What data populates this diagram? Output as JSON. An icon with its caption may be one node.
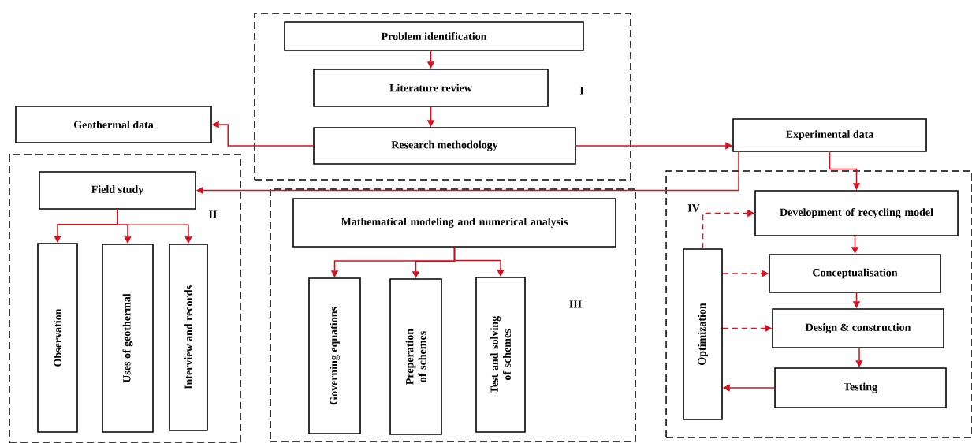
{
  "diagram": {
    "nodes": [
      {
        "text": [
          "I"
        ]
      },
      {
        "text": [
          "Problem identification"
        ],
        "in": 0
      },
      {
        "text": [
          "Literature review"
        ],
        "in": 0
      },
      {
        "text": [
          "Research methodology"
        ],
        "in": 0
      },
      {
        "text": [
          "Geothermal data"
        ]
      },
      {
        "text": [
          "II"
        ]
      },
      {
        "text": [
          "Field study"
        ],
        "in": 5
      },
      {
        "text": [
          "Observation"
        ],
        "in": 5
      },
      {
        "text": [
          "Uses of geothermal"
        ],
        "in": 5
      },
      {
        "text": [
          "Interview and records"
        ],
        "in": 5
      },
      {
        "text": [
          "III"
        ]
      },
      {
        "text": [
          "Mathematical modeling and numerical analysis"
        ],
        "in": 10
      },
      {
        "text": [
          "Governing equations"
        ],
        "in": 10
      },
      {
        "text": [
          "Preperation of schemes"
        ],
        "in": 10
      },
      {
        "text": [
          "Test and solving of schemes"
        ],
        "in": 10
      },
      {
        "text": [
          "Experimental data"
        ]
      },
      {
        "text": [
          "IV"
        ]
      },
      {
        "text": [
          "Development of recycling model"
        ],
        "in": 16
      },
      {
        "text": [
          "Conceptualisation"
        ],
        "in": 16
      },
      {
        "text": [
          "Design & construction"
        ],
        "in": 16
      },
      {
        "text": [
          "Testing"
        ],
        "in": 16
      },
      {
        "text": [
          "Optimization"
        ],
        "in": 16
      }
    ],
    "edges": [
      {
        "from": 1,
        "to": 2,
        "arrow": "to"
      },
      {
        "from": 2,
        "to": 3,
        "arrow": "to"
      },
      {
        "from": 3,
        "to": 4,
        "arrow": "to"
      },
      {
        "from": 3,
        "to": 15,
        "arrow": "to"
      },
      {
        "from": 15,
        "to": 6,
        "arrow": "to"
      },
      {
        "from": 6,
        "to": 7,
        "arrow": "to"
      },
      {
        "from": 6,
        "to": 8,
        "arrow": "to"
      },
      {
        "from": 6,
        "to": 9,
        "arrow": "to"
      },
      {
        "from": 11,
        "to": 12,
        "arrow": "to"
      },
      {
        "from": 11,
        "to": 13,
        "arrow": "to"
      },
      {
        "from": 11,
        "to": 14,
        "arrow": "to"
      },
      {
        "from": 15,
        "to": 17,
        "arrow": "to"
      },
      {
        "from": 17,
        "to": 18,
        "arrow": "to"
      },
      {
        "from": 18,
        "to": 19,
        "arrow": "to"
      },
      {
        "from": 19,
        "to": 20,
        "arrow": "to"
      },
      {
        "from": 20,
        "to": 21,
        "arrow": "to"
      },
      {
        "from": 21,
        "to": 17,
        "arrow": "to",
        "style": "dashed"
      },
      {
        "from": 21,
        "to": 18,
        "arrow": "to",
        "style": "dashed"
      },
      {
        "from": 21,
        "to": 19,
        "arrow": "to",
        "style": "dashed"
      }
    ]
  }
}
